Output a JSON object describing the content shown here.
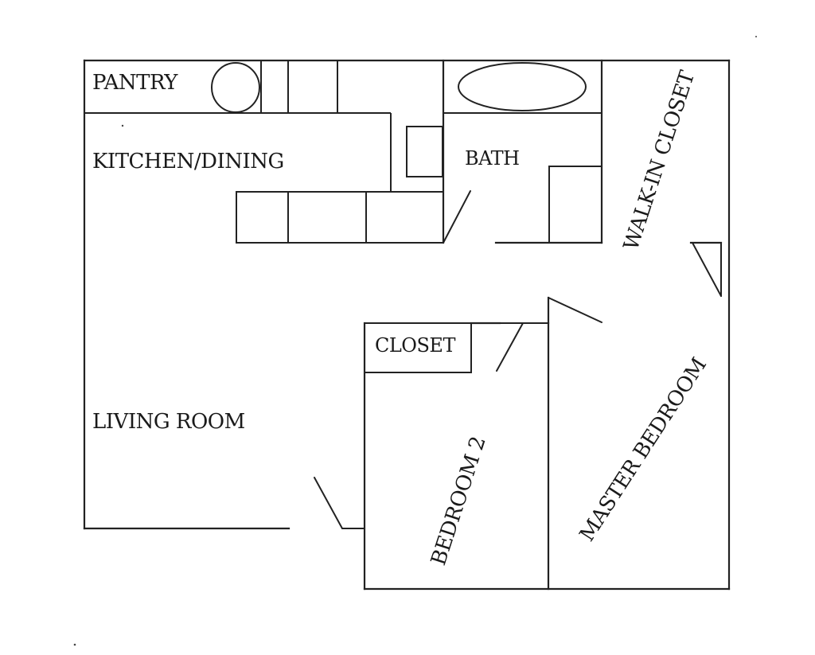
{
  "rooms": {
    "pantry": "PANTRY",
    "kitchen_dining": "KITCHEN/DINING",
    "bath": "BATH",
    "walk_in_closet": "WALK-IN CLOSET",
    "closet": "CLOSET",
    "living_room": "LIVING ROOM",
    "bedroom_2": "BEDROOM 2",
    "master_bedroom": "MASTER BEDROOM"
  }
}
